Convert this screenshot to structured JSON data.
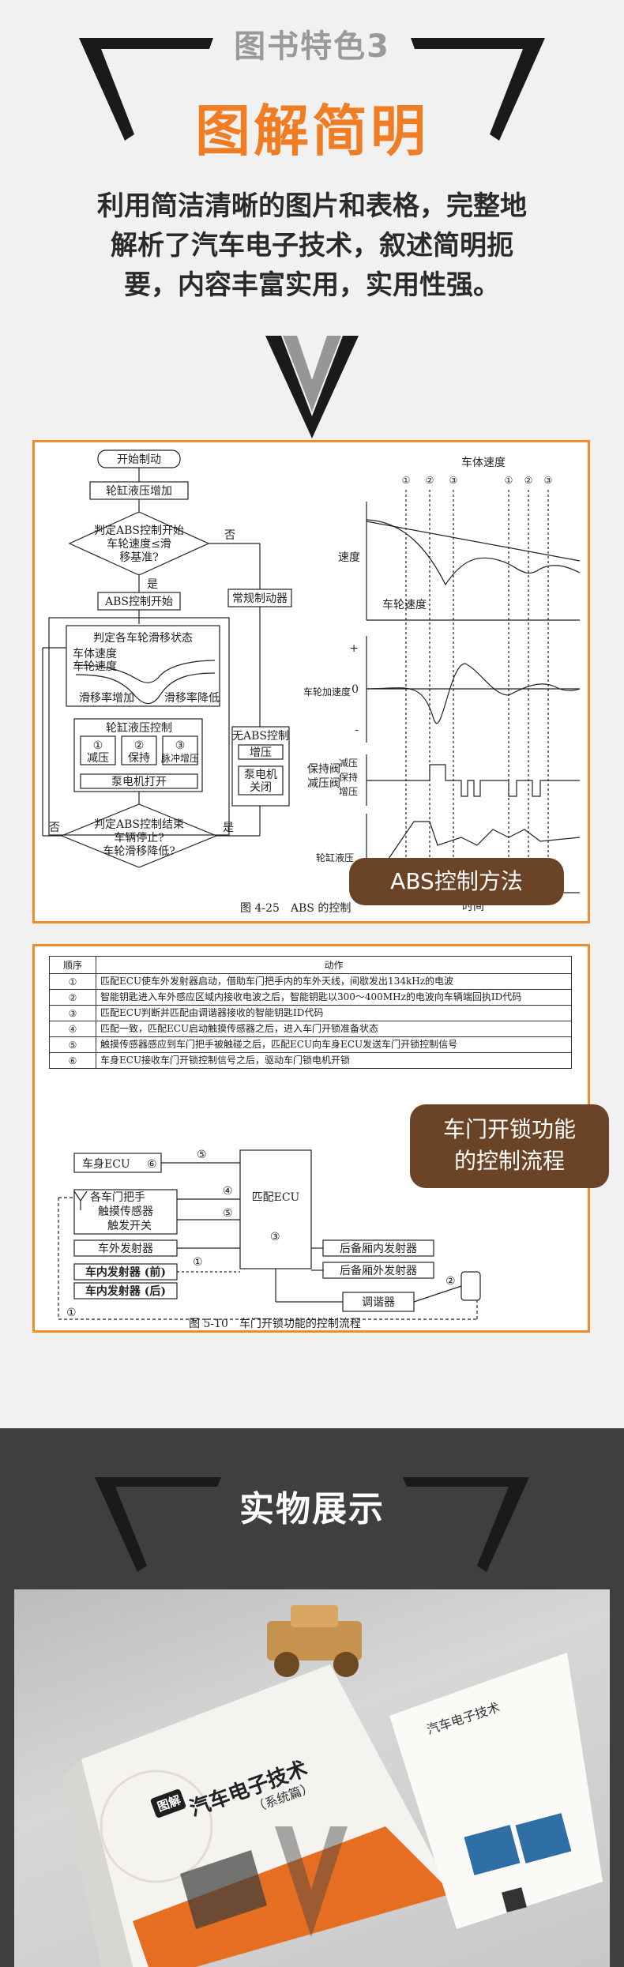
{
  "section1": {
    "badge": "图书特色3",
    "title": "图解简明",
    "description": "利用简洁清晰的图片和表格，完整地解析了汽车电子技术，叙述简明扼要，内容丰富实用，实用性强。",
    "colors": {
      "accent": "#f07d24",
      "callout": "#6b4327",
      "frame": "#f28a2e"
    }
  },
  "fig_abs": {
    "callout": "ABS控制方法",
    "caption": "图 4-25　ABS 的控制",
    "flow": {
      "start": "开始制动",
      "step1": "轮缸液压增加",
      "decision1_l1": "判定ABS控制开始",
      "decision1_l2": "车轮速度≤滑",
      "decision1_l3": "移基准?",
      "no": "否",
      "yes": "是",
      "step2": "ABS控制开始",
      "normal_brake": "常规制动器",
      "judge_slip": "判定各车轮滑移状态",
      "body_speed": "车体速度",
      "wheel_speed": "车轮速度",
      "slip_up": "滑移率增加",
      "slip_down": "滑移率降低",
      "cyl_control": "轮缸液压控制",
      "mode1_num": "①",
      "mode1": "减压",
      "mode2_num": "②",
      "mode2": "保持",
      "mode3_num": "③",
      "mode3": "脉冲增压",
      "pump_on": "泵电机打开",
      "no_abs": "无ABS控制",
      "boost": "增压",
      "pump_off_l1": "泵电机",
      "pump_off_l2": "关闭",
      "decision2_l1": "判定ABS控制结束",
      "decision2_l2": "车辆停止?",
      "decision2_l3": "车轮滑移降低?"
    },
    "graph": {
      "body_speed": "车体速度",
      "speed_axis": "速度",
      "wheel_speed": "车轮速度",
      "accel_axis": "车轮加速度",
      "plus": "+",
      "zero": "0",
      "minus": "-",
      "valve_l1": "保持阀",
      "valve_l2": "减压阀",
      "decrease": "减压",
      "hold": "保持",
      "increase": "增压",
      "cyl_pressure": "轮缸液压",
      "time": "时间",
      "phase_labels": [
        "①",
        "②",
        "③",
        "①",
        "②",
        "③"
      ]
    }
  },
  "fig_door": {
    "callout_l1": "车门开锁功能",
    "callout_l2": "的控制流程",
    "caption": "图 5-10　车门开锁功能的控制流程",
    "table": {
      "headers": [
        "顺序",
        "动作"
      ],
      "rows": [
        {
          "num": "①",
          "text": "匹配ECU使车外发射器启动，借助车门把手内的车外天线，间歇发出134kHz的电波"
        },
        {
          "num": "②",
          "text": "智能钥匙进入车外感应区域内接收电波之后，智能钥匙以300～400MHz的电波向车辆端回执ID代码"
        },
        {
          "num": "③",
          "text": "匹配ECU判断并匹配由调谐器接收的智能钥匙ID代码"
        },
        {
          "num": "④",
          "text": "匹配一致，匹配ECU启动触摸传感器之后，进入车门开锁准备状态"
        },
        {
          "num": "⑤",
          "text": "触摸传感器感应到车门把手被触碰之后，匹配ECU向车身ECU发送车门开锁控制信号"
        },
        {
          "num": "⑥",
          "text": "车身ECU接收车门开锁控制信号之后，驱动车门锁电机开锁"
        }
      ]
    },
    "diagram": {
      "body_ecu": "车身ECU",
      "body_ecu_num": "⑥",
      "match_ecu": "匹配ECU",
      "handle_l1": "各车门把手",
      "handle_l2": "触摸传感器",
      "handle_l3": "触发开关",
      "ext_tx": "车外发射器",
      "int_tx_front": "车内发射器 (前)",
      "int_tx_rear": "车内发射器 (后)",
      "trunk_int_tx": "后备厢内发射器",
      "trunk_ext_tx": "后备厢外发射器",
      "tuner": "调谐器",
      "n1": "①",
      "n2": "②",
      "n3": "③",
      "n4": "④",
      "n5": "⑤"
    }
  },
  "section2": {
    "title": "实物展示",
    "book": {
      "tag": "图解",
      "title": "汽车电子技术",
      "subtitle": "（系统篇）"
    }
  }
}
